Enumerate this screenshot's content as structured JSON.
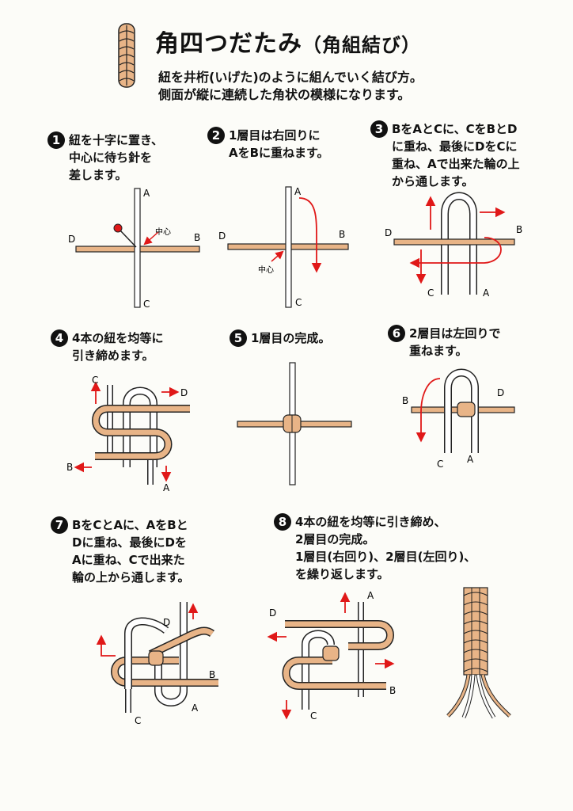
{
  "header": {
    "title": "角四つだたみ",
    "subtitle": "（角組結び）",
    "intro_lines": [
      "紐を井桁(いげた)のように組んでいく結び方。",
      "側面が縦に連続した角状の模様になります。"
    ]
  },
  "colors": {
    "cord_tan": "#e8b487",
    "cord_white": "#ffffff",
    "outline": "#222222",
    "arrow_red": "#e01818"
  },
  "labels": {
    "a": "A",
    "b": "B",
    "c": "C",
    "d": "D",
    "center": "中心"
  },
  "steps": [
    {
      "num": "1",
      "lines": [
        "紐を十字に置き、",
        "中心に待ち針を",
        "差します。"
      ]
    },
    {
      "num": "2",
      "lines": [
        "1層目は右回りに",
        "AをBに重ねます。"
      ]
    },
    {
      "num": "3",
      "lines": [
        "BをAとCに、CをBとD",
        "に重ね、最後にDをCに",
        "重ね、Aで出来た輪の上",
        "から通します。"
      ]
    },
    {
      "num": "4",
      "lines": [
        "4本の紐を均等に",
        "引き締めます。"
      ]
    },
    {
      "num": "5",
      "lines": [
        "1層目の完成。"
      ]
    },
    {
      "num": "6",
      "lines": [
        "2層目は左回りで",
        "重ねます。"
      ]
    },
    {
      "num": "7",
      "lines": [
        "BをCとAに、AをBと",
        "Dに重ね、最後にDを",
        "Aに重ね、Cで出来た",
        "輪の上から通します。"
      ]
    },
    {
      "num": "8",
      "lines": [
        "4本の紐を均等に引き締め、",
        "2層目の完成。",
        "1層目(右回り)、2層目(左回り)、",
        "を繰り返します。"
      ]
    }
  ]
}
